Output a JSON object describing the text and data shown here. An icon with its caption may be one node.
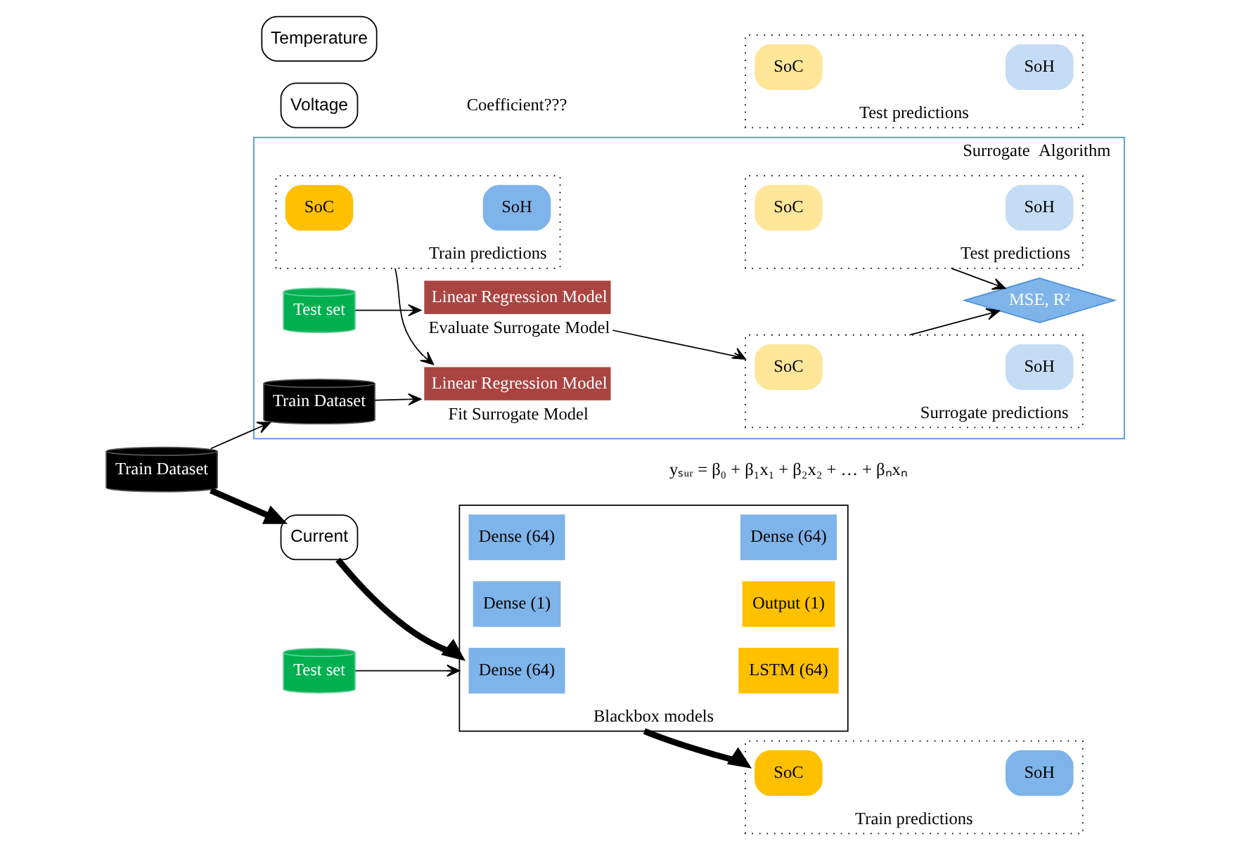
{
  "diagram": {
    "nodes": [
      {
        "text": [
          "Train Dataset"
        ]
      },
      {
        "text": [
          "Voltage"
        ]
      },
      {
        "text": [
          "Current"
        ]
      },
      {
        "text": [
          "Temperature"
        ]
      },
      {
        "text": [
          "Blackbox models"
        ]
      },
      {
        "text": [
          "Dense (64)"
        ],
        "in": 4
      },
      {
        "text": [
          "LSTM (64)"
        ],
        "in": 4
      },
      {
        "text": [
          "Dense (64)"
        ],
        "in": 4
      },
      {
        "text": [
          "Dense (64)"
        ],
        "in": 4
      },
      {
        "text": [
          "Dense (1)"
        ],
        "in": 4
      },
      {
        "text": [
          "Output (1)"
        ],
        "in": 4
      },
      {
        "text": [
          "Train predictions"
        ]
      },
      {
        "text": [
          "SoC"
        ],
        "in": 11
      },
      {
        "text": [
          "SoH"
        ],
        "in": 11
      },
      {
        "text": [
          "Test predictions"
        ]
      },
      {
        "text": [
          "SoC"
        ],
        "in": 14
      },
      {
        "text": [
          "SoH"
        ],
        "in": 14
      },
      {
        "text": [
          "Test set"
        ]
      },
      {
        "text": [
          "Surrogate  Algorithm"
        ]
      },
      {
        "text": [
          "Train Dataset"
        ],
        "in": 18
      },
      {
        "text": [
          "Train predictions"
        ],
        "in": 18
      },
      {
        "text": [
          "SoC"
        ],
        "in": 20
      },
      {
        "text": [
          "SoH"
        ],
        "in": 20
      },
      {
        "text": [
          "Linear Regression Model"
        ],
        "in": 18,
        "beside": [
          "Fit Surrogate Model"
        ]
      },
      {
        "text": [
          "Test set"
        ],
        "in": 18
      },
      {
        "text": [
          "Linear Regression Model"
        ],
        "in": 18,
        "beside": [
          "Evaluate Surrogate Model"
        ]
      },
      {
        "text": [
          "Surrogate predictions"
        ],
        "in": 18
      },
      {
        "text": [
          "SoC"
        ],
        "in": 26
      },
      {
        "text": [
          "SoH"
        ],
        "in": 26
      },
      {
        "text": [
          "Test predictions"
        ],
        "in": 18
      },
      {
        "text": [
          "SoC"
        ],
        "in": 29
      },
      {
        "text": [
          "SoH"
        ],
        "in": 29
      },
      {
        "text": [
          "MSE, R²"
        ],
        "in": 18
      }
    ],
    "edges": [
      {
        "from": 0,
        "to": 2,
        "arrow": "to",
        "style": "thick"
      },
      {
        "from": 2,
        "to": 4,
        "arrow": "to",
        "style": "thick"
      },
      {
        "from": 4,
        "to": 11,
        "arrow": "to",
        "style": "thick"
      },
      {
        "from": 17,
        "to": 4,
        "arrow": "to"
      },
      {
        "from": 0,
        "to": 19,
        "arrow": "to"
      },
      {
        "from": 19,
        "to": 23,
        "arrow": "to"
      },
      {
        "from": 20,
        "to": 23,
        "arrow": "to"
      },
      {
        "from": 24,
        "to": 25,
        "arrow": "to"
      },
      {
        "from": 25,
        "to": 26,
        "arrow": "to"
      },
      {
        "from": 26,
        "to": 32,
        "arrow": "to"
      },
      {
        "from": 29,
        "to": 32,
        "arrow": "to"
      }
    ],
    "labels": [
      "Coefficient???",
      "yₛᵤᵣ = β₀ + β₁x₁ + β₂x₂ + … + βₙxₙ"
    ]
  }
}
